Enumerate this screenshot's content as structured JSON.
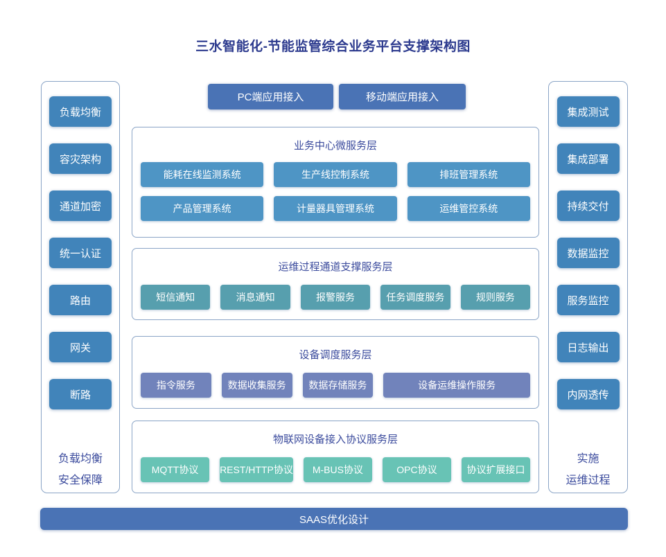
{
  "title": "三水智能化-节能监管综合业务平台支撑架构图",
  "palette": {
    "title_text": "#2c3a8e",
    "panel_border": "#8aa4c6",
    "side_box": "#4184ba",
    "business_box": "#4e95c5",
    "channel_box": "#579fae",
    "device_box": "#7183bb",
    "protocol_box": "#68c3b5",
    "bar_blue": "#4a73b5"
  },
  "top_buttons": {
    "pc": "PC端应用接入",
    "mobile": "移动端应用接入"
  },
  "left_panel": {
    "items": [
      "负载均衡",
      "容灾架构",
      "通道加密",
      "统一认证",
      "路由",
      "网关",
      "断路"
    ],
    "footer_lines": [
      "负载均衡",
      "安全保障"
    ]
  },
  "right_panel": {
    "items": [
      "集成测试",
      "集成部署",
      "持续交付",
      "数据监控",
      "服务监控",
      "日志输出",
      "内网透传"
    ],
    "footer_lines": [
      "实施",
      "运维过程"
    ]
  },
  "sections": [
    {
      "title": "业务中心微服务层",
      "items": [
        "能耗在线监测系统",
        "生产线控制系统",
        "排班管理系统",
        "产品管理系统",
        "计量器具管理系统",
        "运维管控系统"
      ]
    },
    {
      "title": "运维过程通道支撑服务层",
      "items": [
        "短信通知",
        "消息通知",
        "报警服务",
        "任务调度服务",
        "规则服务"
      ]
    },
    {
      "title": "设备调度服务层",
      "items": [
        "指令服务",
        "数据收集服务",
        "数据存储服务",
        "设备运维操作服务"
      ]
    },
    {
      "title": "物联网设备接入协议服务层",
      "items": [
        "MQTT协议",
        "REST/HTTP协议",
        "M-BUS协议",
        "OPC协议",
        "协议扩展接口"
      ]
    }
  ],
  "bottom_bar": {
    "label": "SAAS优化设计"
  }
}
